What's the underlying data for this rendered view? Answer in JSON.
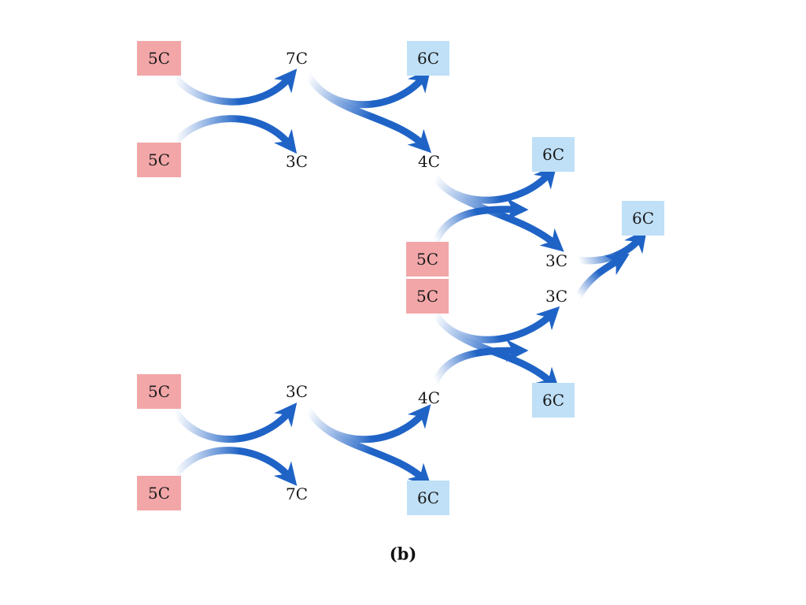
{
  "colors": {
    "pentose_box": "#f2a6a8",
    "hexose_box": "#bfe0f7",
    "arrow_solid": "#1f63c6",
    "arrow_fade": "#ffffff"
  },
  "caption": "(b)",
  "nodes": {
    "top_5c_a": {
      "label": "5C",
      "kind": "pentose"
    },
    "top_5c_b": {
      "label": "5C",
      "kind": "pentose"
    },
    "top_7c": {
      "label": "7C",
      "kind": "plain"
    },
    "top_3c": {
      "label": "3C",
      "kind": "plain"
    },
    "top_6c": {
      "label": "6C",
      "kind": "hexose"
    },
    "top_4c": {
      "label": "4C",
      "kind": "plain"
    },
    "mid_6c_top": {
      "label": "6C",
      "kind": "hexose"
    },
    "mid_5c_a": {
      "label": "5C",
      "kind": "pentose"
    },
    "mid_5c_b": {
      "label": "5C",
      "kind": "pentose"
    },
    "mid_3c_a": {
      "label": "3C",
      "kind": "plain"
    },
    "mid_3c_b": {
      "label": "3C",
      "kind": "plain"
    },
    "final_6c": {
      "label": "6C",
      "kind": "hexose"
    },
    "mid_6c_bottom": {
      "label": "6C",
      "kind": "hexose"
    },
    "bot_5c_a": {
      "label": "5C",
      "kind": "pentose"
    },
    "bot_5c_b": {
      "label": "5C",
      "kind": "pentose"
    },
    "bot_3c": {
      "label": "3C",
      "kind": "plain"
    },
    "bot_7c": {
      "label": "7C",
      "kind": "plain"
    },
    "bot_4c": {
      "label": "4C",
      "kind": "plain"
    },
    "bot_6c": {
      "label": "6C",
      "kind": "hexose"
    }
  }
}
